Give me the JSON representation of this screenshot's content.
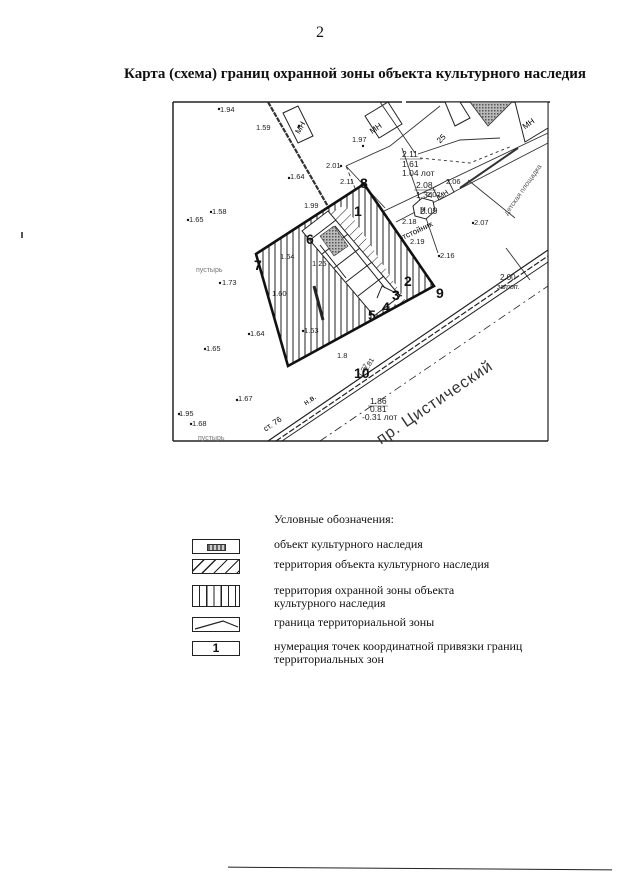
{
  "page": {
    "number": "2",
    "title": "Карта (схема) границ охранной зоны объекта культурного наследия"
  },
  "map": {
    "boundary_points": [
      "1",
      "2",
      "3",
      "4",
      "5",
      "6",
      "7",
      "8",
      "9",
      "10"
    ],
    "labels": {
      "street": "пр. Цистический",
      "street_edge_a": "ст. 76",
      "street_edge_b": "н.в.",
      "sidewalk": "отстойник",
      "bush_a": "пустырь",
      "bush_b": "пустырь",
      "hatch_mn_1": "МН",
      "hatch_mn_2": "МН",
      "hatch_mn_3": "МН",
      "hatch_mn_4": "МН",
      "hex_h": "Н",
      "zone_label": "детская площадка",
      "num_25": "25",
      "zamop": "затоп."
    },
    "elevations": {
      "e194": "1.94",
      "e159": "1.59",
      "e197": "1.97",
      "e201": "2.01",
      "e211": "2.11",
      "e164a": "1.64",
      "e199": "1.99",
      "e158": "1.58",
      "e165a": "1.65",
      "e163a": "1.63",
      "e164b": "1.64",
      "e125": "1.25",
      "e173": "1.73",
      "e160": "1.60",
      "e164c": "1.64",
      "e163b": "1.63",
      "e165b": "1.65",
      "e167": "1.67",
      "e195": "1.95",
      "e168": "1.68",
      "e18": "1.8",
      "e218": "2.18",
      "e209": "2.09",
      "e219": "2.19",
      "e216": "2.16",
      "e207": "2.07",
      "e206": "2.06",
      "e202": "2.02",
      "e200": "2.00",
      "frac1_top": "2.11",
      "frac1_mid": "1.61",
      "frac1_bot": "1.04 лот",
      "frac2_top": "2.08",
      "frac2_mid": "1.34",
      "frac3_top": "1.81",
      "frac3_bot": "1.27",
      "frac4_top": "1.86",
      "frac4_mid": "0.81",
      "frac4_bot": "-0.31 лот"
    }
  },
  "legend": {
    "heading": "Условные обозначения:",
    "items": [
      {
        "label": "объект культурного наследия"
      },
      {
        "label": "территория объекта культурного наследия"
      },
      {
        "label": "территория охранной зоны объекта культурного наследия"
      },
      {
        "label": "граница территориальной зоны"
      },
      {
        "label": "нумерация точек координатной привязки границ территориальных зон",
        "swatch_text": "1"
      }
    ]
  }
}
